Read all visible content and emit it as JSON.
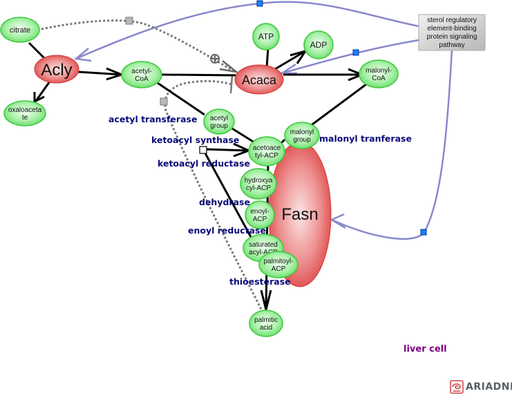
{
  "diagram": {
    "title": "Fatty acid synthesis in liver cell",
    "colors": {
      "protein_fill": "#e05050",
      "small_molecule_fill": "#7ee87e",
      "small_molecule_stroke": "#3cc83c",
      "regulation_edge": "#8888cc",
      "control_point": "#1a7fff",
      "process_label": "#0a0a7a",
      "cell_label": "#800080",
      "pathway_box": "#c8c8c8"
    },
    "proteins": [
      {
        "id": "acly",
        "label": "Acly"
      },
      {
        "id": "acaca",
        "label": "Acaca"
      },
      {
        "id": "fasn",
        "label": "Fasn"
      }
    ],
    "small_molecules": [
      {
        "id": "citrate",
        "lines": [
          "citrate"
        ]
      },
      {
        "id": "oxaloacetate",
        "lines": [
          "oxaloaceta",
          "te"
        ]
      },
      {
        "id": "acetyl_coa",
        "lines": [
          "acetyl-",
          "CoA"
        ]
      },
      {
        "id": "atp",
        "lines": [
          "ATP"
        ]
      },
      {
        "id": "adp",
        "lines": [
          "ADP"
        ]
      },
      {
        "id": "malonyl_coa",
        "lines": [
          "malonyl-",
          "CoA"
        ]
      },
      {
        "id": "acetyl_group",
        "lines": [
          "acetyl",
          "group"
        ]
      },
      {
        "id": "malonyl_group",
        "lines": [
          "malonyl",
          "group"
        ]
      },
      {
        "id": "acetoacetyl_acp",
        "lines": [
          "acetoace",
          "tyl-ACP"
        ]
      },
      {
        "id": "hydroxyacyl_acp",
        "lines": [
          "hydroxya",
          "cyl-ACP"
        ]
      },
      {
        "id": "enoyl_acp",
        "lines": [
          "enoyl-",
          "ACP"
        ]
      },
      {
        "id": "saturated_acyl_acp",
        "lines": [
          "saturated",
          "acyl-ACP"
        ]
      },
      {
        "id": "palmitoyl_acp",
        "lines": [
          "palmitoyl-",
          "ACP"
        ]
      },
      {
        "id": "palmitic_acid",
        "lines": [
          "palmitic",
          "acid"
        ]
      }
    ],
    "pathway_box": {
      "lines": [
        "sterol regulatory",
        "element-binding",
        "protein signaling",
        "pathway"
      ]
    },
    "process_labels": [
      {
        "id": "acetyl_transferase",
        "text": "acetyl transferase"
      },
      {
        "id": "ketoacyl_synthase",
        "text": "ketoacyl synthase"
      },
      {
        "id": "ketoacyl_reductase",
        "text": "ketoacyl reductase"
      },
      {
        "id": "dehydrase",
        "text": "dehydrase"
      },
      {
        "id": "enoyl_reductase",
        "text": "enoyl reductase"
      },
      {
        "id": "malonyl_tranferase",
        "text": "malonyl tranferase"
      },
      {
        "id": "thioesterase",
        "text": "thioesterase"
      }
    ],
    "cell_label": "liver cell"
  },
  "branding": {
    "logo_text": "ARIADNE"
  }
}
